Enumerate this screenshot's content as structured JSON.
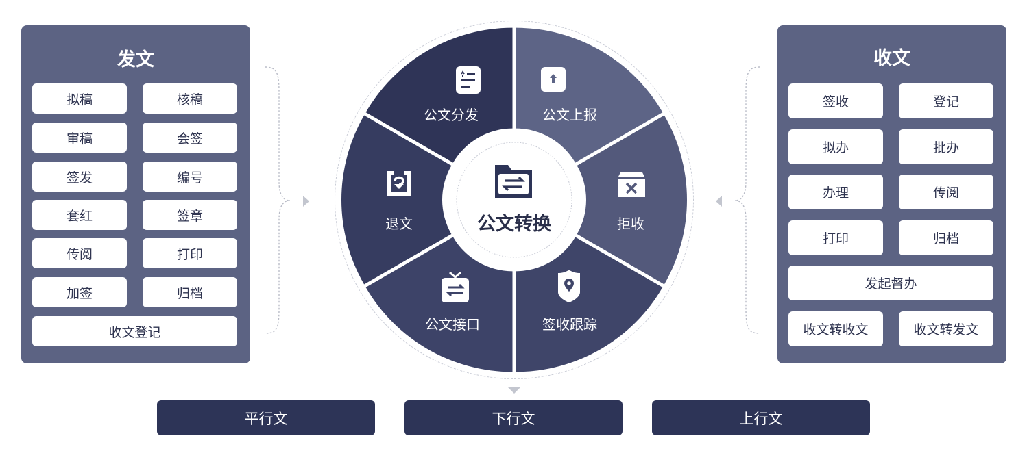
{
  "send": {
    "title": "发文",
    "items": [
      "拟稿",
      "核稿",
      "审稿",
      "会签",
      "签发",
      "编号",
      "套红",
      "签章",
      "传阅",
      "打印",
      "加签",
      "归档"
    ],
    "wide_item": "收文登记"
  },
  "receive": {
    "title": "收文",
    "items": [
      "签收",
      "登记",
      "拟办",
      "批办",
      "办理",
      "传阅",
      "打印",
      "归档"
    ],
    "wide_item": "发起督办",
    "bottom_items": [
      "收文转收文",
      "收文转发文"
    ]
  },
  "wheel": {
    "center_title": "公文转换",
    "segments": [
      {
        "label": "公文分发",
        "icon": "document-list-icon",
        "color": "#2f3457"
      },
      {
        "label": "公文上报",
        "icon": "upload-icon",
        "color": "#5d6486"
      },
      {
        "label": "拒收",
        "icon": "reject-box-icon",
        "color": "#53597b"
      },
      {
        "label": "签收跟踪",
        "icon": "location-shield-icon",
        "color": "#3f4569"
      },
      {
        "label": "公文接口",
        "icon": "exchange-icon",
        "color": "#3d4368"
      },
      {
        "label": "退文",
        "icon": "return-inbox-icon",
        "color": "#363c60"
      }
    ]
  },
  "bottom": [
    "平行文",
    "下行文",
    "上行文"
  ],
  "colors": {
    "panel": "#5c6383",
    "dark": "#2d3457",
    "text": "#2f3450"
  }
}
